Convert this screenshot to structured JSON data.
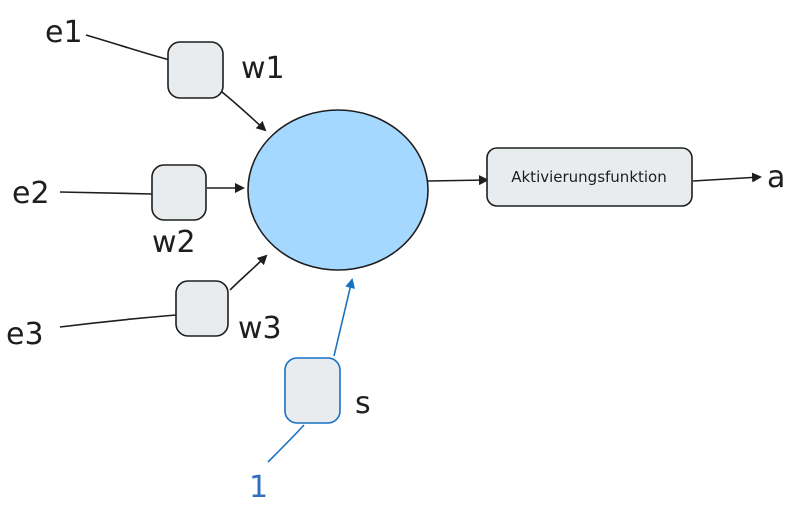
{
  "inputs": [
    {
      "label": "e1",
      "weight": "w1"
    },
    {
      "label": "e2",
      "weight": "w2"
    },
    {
      "label": "e3",
      "weight": "w3"
    }
  ],
  "bias": {
    "input": "1",
    "weight": "s"
  },
  "activation": {
    "label": "Aktivierungsfunktion"
  },
  "output": {
    "label": "a"
  },
  "colors": {
    "neuron_fill": "#a5d8ff",
    "box_fill": "#e9ecef",
    "stroke": "#1e1e1e",
    "bias_stroke": "#1971c2",
    "bias_text": "#2f6fbf"
  }
}
